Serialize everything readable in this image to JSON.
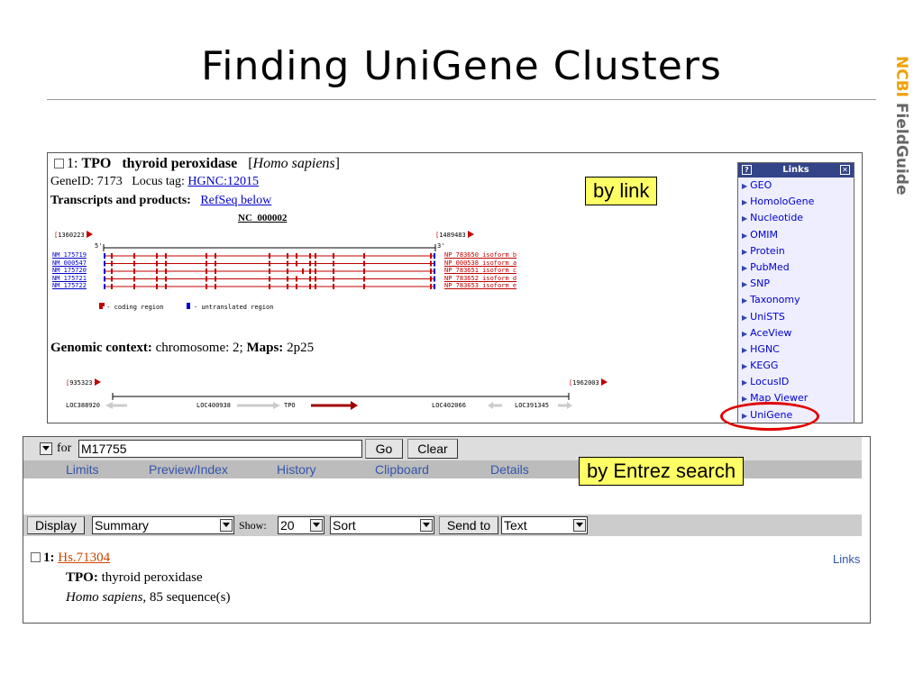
{
  "slide": {
    "title": "Finding UniGene Clusters",
    "brand_ncbi": "NCBI",
    "brand_fieldguide": "FieldGuide"
  },
  "gene": {
    "number": "1:",
    "symbol": "TPO",
    "name": "thyroid peroxidase",
    "organism": "Homo sapiens",
    "geneid_label": "GeneID:",
    "geneid": "7173",
    "locus_tag_label": "Locus tag:",
    "locus_tag": "HGNC:12015",
    "transcripts_label": "Transcripts and products:",
    "refseq_link": "RefSeq below",
    "contig": "NC_000002",
    "left_coord": "1360223",
    "right_coord": "1489483",
    "five_prime": "5'",
    "three_prime": "3'",
    "transcripts": [
      "NM_175719",
      "NM_000547",
      "NM_175720",
      "NM_175721",
      "NM_175722"
    ],
    "products": [
      {
        "acc": "NP_783650",
        "iso": "isoform b"
      },
      {
        "acc": "NP_000538",
        "iso": "isoform a"
      },
      {
        "acc": "NP_783651",
        "iso": "isoform c"
      },
      {
        "acc": "NP_783652",
        "iso": "isoform d"
      },
      {
        "acc": "NP_783653",
        "iso": "isoform e"
      }
    ],
    "legend_coding": "- coding region",
    "legend_utr": "- untranslated region",
    "genomic_context_label": "Genomic context:",
    "chromosome": "chromosome: 2;",
    "maps_label": "Maps:",
    "maps": "2p25",
    "ctx_left_coord": "935323",
    "ctx_right_coord": "1962003",
    "neighbors": [
      "LOC388920",
      "LOC400938",
      "TPO",
      "LOC402066",
      "LOC391345"
    ]
  },
  "links_box": {
    "header": "Links",
    "items": [
      "GEO",
      "HomoloGene",
      "Nucleotide",
      "OMIM",
      "Protein",
      "PubMed",
      "SNP",
      "Taxonomy",
      "UniSTS",
      "AceView",
      "HGNC",
      "KEGG",
      "LocusID",
      "Map Viewer",
      "UniGene"
    ],
    "highlighted": "UniGene",
    "highlight_color": "#e00000"
  },
  "callouts": {
    "by_link": "by link",
    "by_search": "by Entrez search",
    "color": "#ffff66"
  },
  "search": {
    "for_label": "for",
    "query": "M17755",
    "go_button": "Go",
    "clear_button": "Clear",
    "tabs": [
      "Limits",
      "Preview/Index",
      "History",
      "Clipboard",
      "Details"
    ],
    "display_button": "Display",
    "format": "Summary",
    "show_label": "Show:",
    "show_value": "20",
    "sort": "Sort",
    "send_to_button": "Send to",
    "send_to_value": "Text"
  },
  "result": {
    "number": "1:",
    "cluster": "Hs.71304",
    "gene_label": "TPO:",
    "description": "thyroid peroxidase",
    "organism": "Homo sapiens",
    "sequences": ", 85 sequence(s)",
    "links": "Links"
  }
}
